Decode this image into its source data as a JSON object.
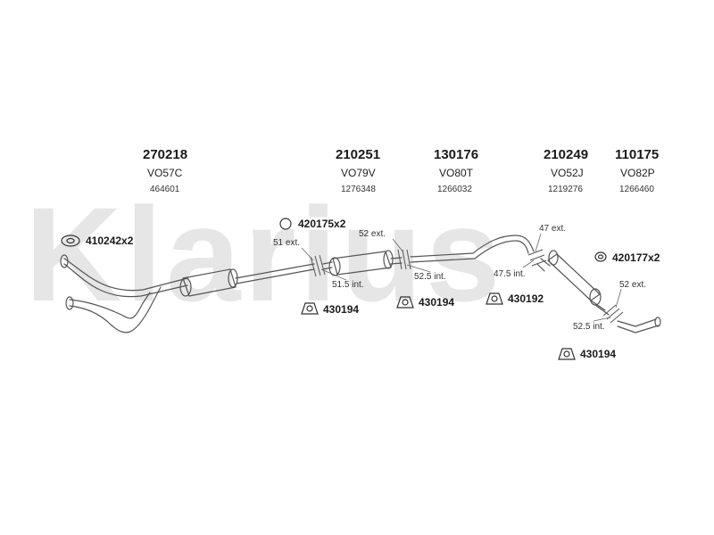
{
  "watermark": "Klarius",
  "headers": [
    {
      "number": "270218",
      "code": "VO57C",
      "ref": "464601"
    },
    {
      "number": "210251",
      "code": "VO79V",
      "ref": "1276348"
    },
    {
      "number": "130176",
      "code": "VO80T",
      "ref": "1266032"
    },
    {
      "number": "210249",
      "code": "VO52J",
      "ref": "1219276"
    },
    {
      "number": "110175",
      "code": "VO82P",
      "ref": "1266460"
    }
  ],
  "parts": {
    "gasket": "410242x2",
    "ring_a": "420175x2",
    "ring_b": "420177x2",
    "mount_1": "430194",
    "mount_2": "430194",
    "mount_3": "430192",
    "mount_4": "430194"
  },
  "joints": {
    "j1_ext": "51 ext.",
    "j1_int": "51.5 int.",
    "j2_ext": "52 ext.",
    "j2_int": "52.5 int.",
    "j3_ext": "47 ext.",
    "j3_int": "47.5 int.",
    "j4_ext": "52 ext.",
    "j4_int": "52.5 int."
  }
}
